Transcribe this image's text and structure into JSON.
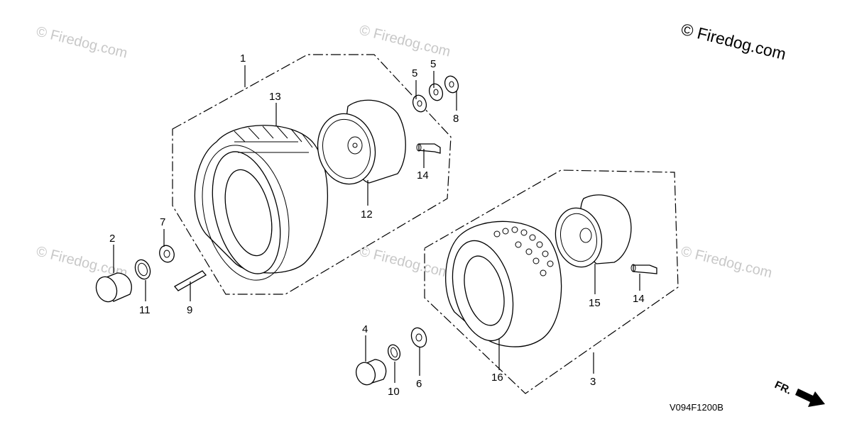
{
  "watermarks": {
    "main": "© Firedog.com",
    "faint": "© Firedog.com"
  },
  "diagram_code": "V094F1200B",
  "direction_label": "FR.",
  "callouts": {
    "c1": "1",
    "c2": "2",
    "c3": "3",
    "c4": "4",
    "c5a": "5",
    "c5b": "5",
    "c6": "6",
    "c7": "7",
    "c8": "8",
    "c9": "9",
    "c10": "10",
    "c11": "11",
    "c12": "12",
    "c13": "13",
    "c14a": "14",
    "c14b": "14",
    "c15": "15",
    "c16": "16"
  }
}
